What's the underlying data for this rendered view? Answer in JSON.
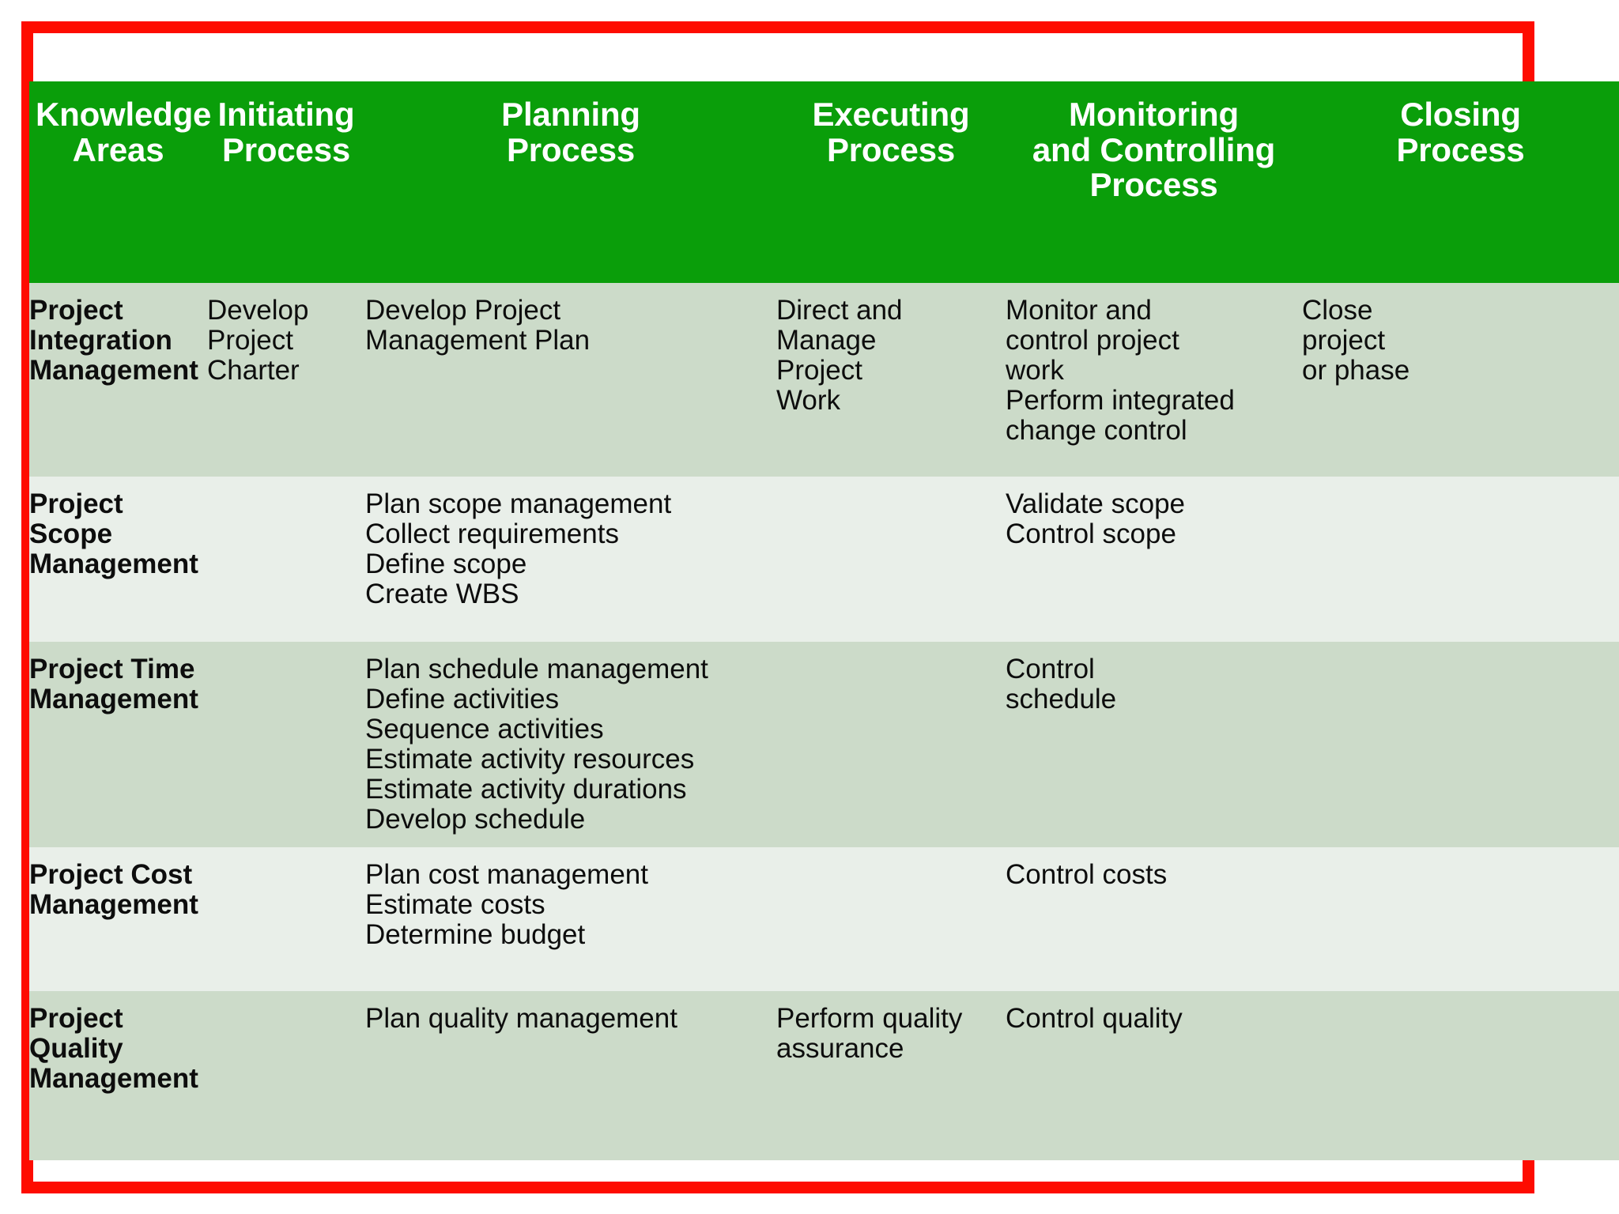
{
  "colors": {
    "frame_border": "#fe0c00",
    "header_bg": "#0a9e0a",
    "header_text": "#ffffff",
    "row_dark": "#ccdbc9",
    "row_light": "#e9efe9",
    "body_text": "#0d0d0d",
    "page_bg": "#ffffff"
  },
  "table": {
    "headers": [
      {
        "id": "knowledge-areas",
        "lines": [
          "Knowledge",
          "Areas"
        ]
      },
      {
        "id": "initiating-process",
        "lines": [
          "Initiating",
          "Process"
        ]
      },
      {
        "id": "planning-process",
        "lines": [
          "Planning",
          "Process"
        ]
      },
      {
        "id": "executing-process",
        "lines": [
          "Executing",
          "Process"
        ]
      },
      {
        "id": "monitoring-and-controlling-process",
        "lines": [
          "Monitoring",
          "and Controlling",
          "Process"
        ]
      },
      {
        "id": "closing-process",
        "lines": [
          "Closing",
          "Process"
        ]
      }
    ],
    "rows": [
      {
        "id": "project-integration-management",
        "knowledge_area": [
          "Project",
          "Integration",
          "Management"
        ],
        "initiating": [
          "Develop",
          "Project",
          "Charter"
        ],
        "planning": [
          "Develop Project",
          "Management Plan"
        ],
        "executing": [
          "Direct and",
          "Manage",
          "Project",
          "Work"
        ],
        "monitoring": [
          "Monitor and",
          "control project",
          "work",
          "Perform integrated",
          "change control"
        ],
        "closing": [
          "Close",
          "project",
          "or phase"
        ]
      },
      {
        "id": "project-scope-management",
        "knowledge_area": [
          "Project",
          "Scope",
          "Management"
        ],
        "initiating": [],
        "planning": [
          "Plan scope management",
          "Collect requirements",
          "Define scope",
          "Create WBS"
        ],
        "executing": [],
        "monitoring": [
          "Validate scope",
          "Control scope"
        ],
        "closing": []
      },
      {
        "id": "project-time-management",
        "knowledge_area": [
          "Project Time",
          "Management"
        ],
        "initiating": [],
        "planning": [
          "Plan schedule management",
          "Define activities",
          "Sequence activities",
          "Estimate activity resources",
          "Estimate activity durations",
          "Develop schedule"
        ],
        "executing": [],
        "monitoring": [
          "Control",
          "schedule"
        ],
        "closing": []
      },
      {
        "id": "project-cost-management",
        "knowledge_area": [
          "Project Cost",
          "Management"
        ],
        "initiating": [],
        "planning": [
          "Plan cost management",
          "Estimate costs",
          "Determine budget"
        ],
        "executing": [],
        "monitoring": [
          "Control costs"
        ],
        "closing": []
      },
      {
        "id": "project-quality-management",
        "knowledge_area": [
          "Project",
          "Quality",
          "Management"
        ],
        "initiating": [],
        "planning": [
          "Plan quality management"
        ],
        "executing": [
          "Perform quality",
          "assurance"
        ],
        "monitoring": [
          "Control quality"
        ],
        "closing": []
      }
    ]
  }
}
